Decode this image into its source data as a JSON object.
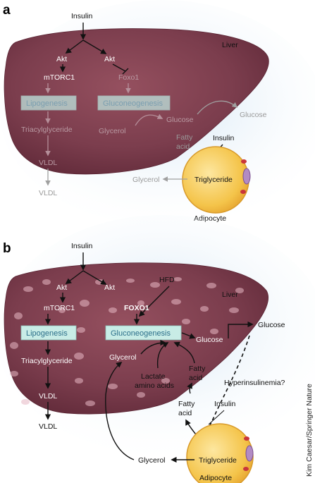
{
  "panel_a": {
    "letter": "a",
    "insulin": "Insulin",
    "liver": "Liver",
    "akt_left": "Akt",
    "akt_right": "Akt",
    "mtorc1": "mTORC1",
    "foxo1": "Foxo1",
    "lipogenesis": "Lipogenesis",
    "gluconeogenesis": "Gluconeogenesis",
    "triacylglyceride": "Triacylglyceride",
    "glycerol_liver": "Glycerol",
    "glucose_liver": "Glucose",
    "glucose_out": "Glucose",
    "vldl_liver": "VLDL",
    "vldl_out": "VLDL",
    "fatty_acid_line1": "Fatty",
    "fatty_acid_line2": "acid",
    "insulin_adipocyte": "Insulin",
    "glycerol_adipocyte": "Glycerol",
    "triglyceride": "Triglyceride",
    "adipocyte": "Adipocyte"
  },
  "panel_b": {
    "letter": "b",
    "insulin": "Insulin",
    "hfd": "HFD",
    "liver": "Liver",
    "akt_left": "Akt",
    "akt_right": "Akt",
    "mtorc1": "mTORC1",
    "foxo1": "FOXO1",
    "lipogenesis": "Lipogenesis",
    "gluconeogenesis": "Gluconeogenesis",
    "triacylglyceride": "Triacylglyceride",
    "vldl_liver": "VLDL",
    "vldl_out": "VLDL",
    "glycerol_liver": "Glycerol",
    "glucose_liver": "Glucose",
    "glucose_out": "Glucose",
    "lactate_line1": "Lactate",
    "lactate_line2": "amino acids",
    "fatty_acid_liver_line1": "Fatty",
    "fatty_acid_liver_line2": "acid",
    "hyperinsulinemia": "Hyperinsulinemia?",
    "fatty_acid_out_line1": "Fatty",
    "fatty_acid_out_line2": "acid",
    "insulin_adipocyte": "Insulin",
    "glycerol_adipocyte": "Glycerol",
    "triglyceride": "Triglyceride",
    "adipocyte": "Adipocyte"
  },
  "credit": "Kim Caesar/Springer Nature",
  "colors": {
    "liver": "#7a3c4c",
    "liver_dark": "#5c2635",
    "box_fill": "#c8ece6",
    "box_text": "#2c6f8a",
    "adipocyte_fill": "#f4c44a",
    "adipocyte_rim": "#e0a12c",
    "arrow_dim": "#b58f9a",
    "arrow_grey": "#9c9c9c"
  }
}
